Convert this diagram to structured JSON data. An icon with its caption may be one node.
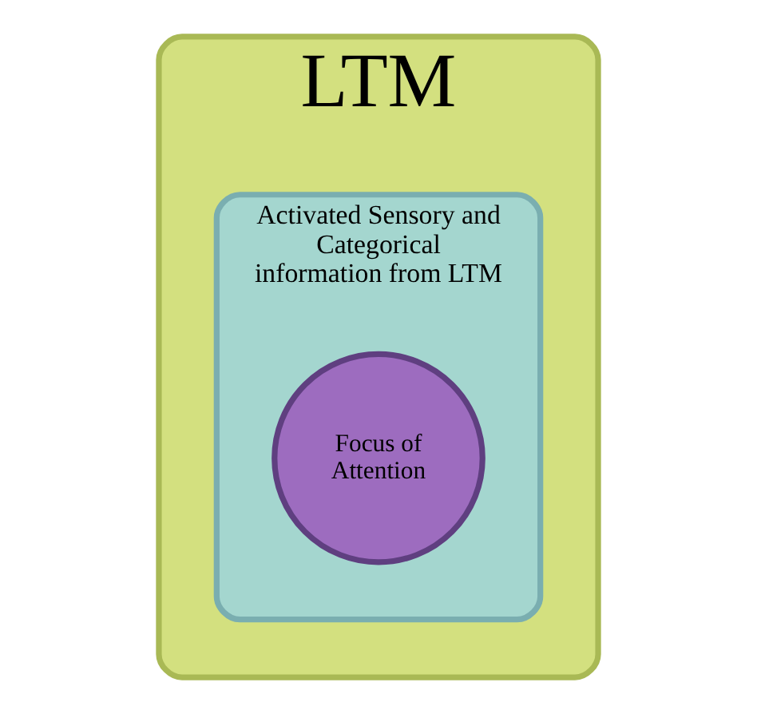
{
  "diagram": {
    "nodes": [
      {
        "text": [
          "LTM"
        ]
      },
      {
        "text": [
          "Activated Sensory and Categorical information from LTM"
        ],
        "in": 0
      },
      {
        "text": [
          "Focus of Attention"
        ],
        "in": 1
      }
    ]
  }
}
